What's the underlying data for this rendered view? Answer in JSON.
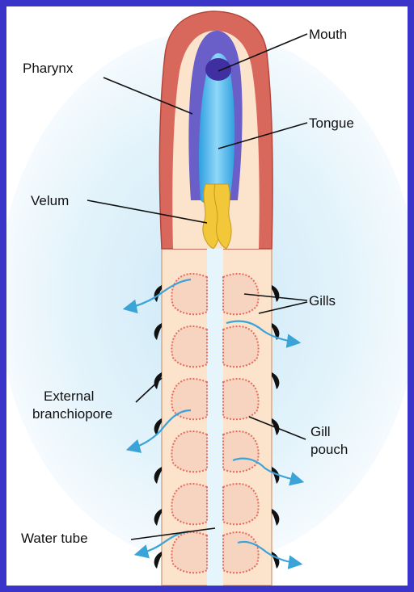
{
  "labels": {
    "mouth": "Mouth",
    "pharynx": "Pharynx",
    "tongue": "Tongue",
    "velum": "Velum",
    "gills": "Gills",
    "external_branchiopore_line1": "External",
    "external_branchiopore_line2": "branchiopore",
    "gill_pouch_line1": "Gill",
    "gill_pouch_line2": "pouch",
    "water_tube": "Water tube"
  },
  "colors": {
    "frame": "#3a34c8",
    "background_glow": "#d6eef9",
    "body_flesh": "#fbe3cc",
    "head_red": "#d9685c",
    "pharynx_purple": "#6a5ec8",
    "tongue_blue": "#3fb3ea",
    "velum_yellow": "#f2c73a",
    "gill_red": "#e56a5a",
    "pore_black": "#111111",
    "water_arrow": "#3aa3d8"
  }
}
